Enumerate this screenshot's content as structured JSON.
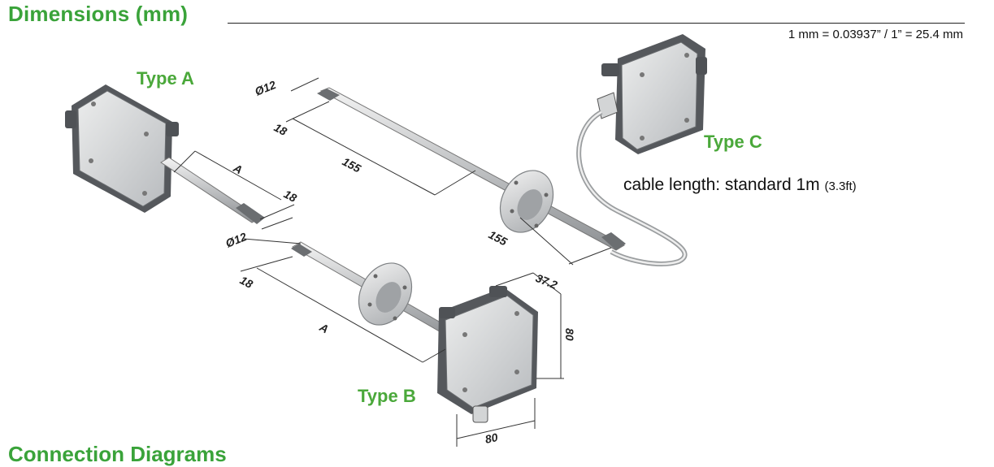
{
  "heading": "Dimensions (mm)",
  "conversion": "1 mm = 0.03937” / 1” = 25.4 mm",
  "types": {
    "a": "Type A",
    "b": "Type B",
    "c": "Type C"
  },
  "cable_note": {
    "main": "cable length: standard 1m",
    "suffix": "(3.3ft)"
  },
  "dimensions": {
    "c_diameter": "Ø12",
    "c_tip": "18",
    "c_length1": "155",
    "c_length2": "155",
    "a_length": "A",
    "a_tip": "18",
    "b_diameter": "Ø12",
    "b_tip": "18",
    "b_length": "A",
    "box_depth": "37.2",
    "box_height": "80",
    "box_width": "80"
  },
  "next_heading": "Connection Diagrams",
  "colors": {
    "heading_green": "#3aa33a",
    "housing_grey": "#c9ccce",
    "housing_dark": "#5e6165"
  }
}
